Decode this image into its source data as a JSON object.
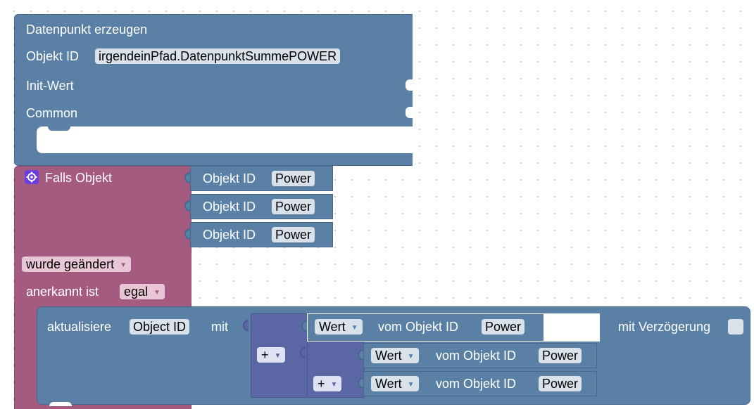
{
  "create_block": {
    "title": "Datenpunkt erzeugen",
    "object_id_label": "Objekt ID",
    "object_id_value": "irgendeinPfad.DatenpunktSummePOWER",
    "init_label": "Init-Wert",
    "common_label": "Common"
  },
  "trigger_block": {
    "title": "Falls Objekt",
    "gear_icon": "gear-icon",
    "objects": [
      {
        "label": "Objekt ID",
        "value": "Power"
      },
      {
        "label": "Objekt ID",
        "value": "Power"
      },
      {
        "label": "Objekt ID",
        "value": "Power"
      }
    ],
    "condition_value": "wurde geändert",
    "ack_label": "anerkannt ist",
    "ack_value": "egal"
  },
  "update_block": {
    "label": "aktualisiere",
    "object_id_value": "Object ID",
    "with_label": "mit",
    "delay_label": "mit Verzögerung",
    "operator_outer": "+",
    "operator_inner": "+",
    "value_getters": [
      {
        "mode": "Wert",
        "label": "vom Objekt ID",
        "value": "Power"
      },
      {
        "mode": "Wert",
        "label": "vom Objekt ID",
        "value": "Power"
      },
      {
        "mode": "Wert",
        "label": "vom Objekt ID",
        "value": "Power"
      }
    ]
  },
  "colors": {
    "create_block": "#5b80a5",
    "trigger_block": "#a55b80",
    "math_block": "#5b67a5",
    "workspace": "#ffffff",
    "field_bg": "#d9e1ea"
  }
}
